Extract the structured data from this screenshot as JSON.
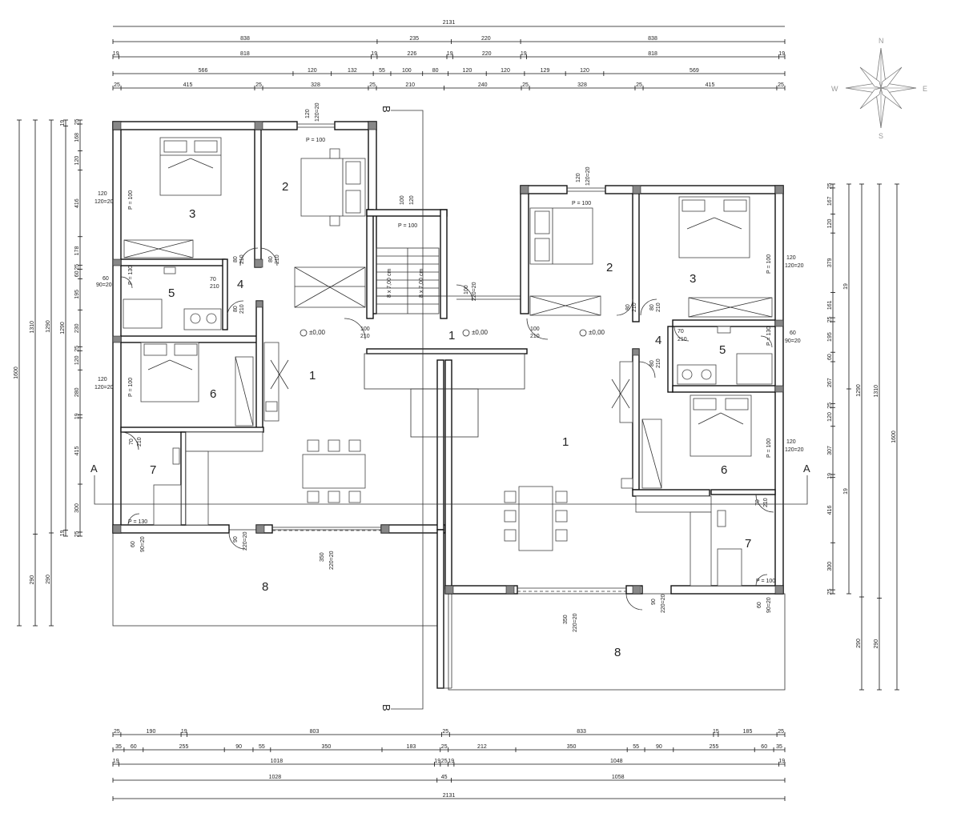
{
  "drawing": {
    "total_width": "2131",
    "total_depth": "1600",
    "north_label": "N",
    "south_label": "S",
    "east_label": "E",
    "west_label": "W",
    "section_a": "A",
    "section_b": "B",
    "level_label": "±0,00"
  },
  "top_dims": [
    [
      "838",
      "235",
      "220",
      "838"
    ],
    [
      "19",
      "818",
      "19",
      "226",
      "19",
      "220",
      "19",
      "818",
      "19"
    ],
    [
      "566",
      "120",
      "132",
      "55",
      "100",
      "80",
      "120",
      "120",
      "129",
      "120",
      "569"
    ],
    [
      "25",
      "415",
      "25",
      "328",
      "25",
      "210",
      "240",
      "25",
      "328",
      "25",
      "415",
      "25"
    ]
  ],
  "bottom_dims": [
    [
      "25",
      "190",
      "19",
      "803",
      "25",
      "833",
      "15",
      "185",
      "25"
    ],
    [
      "35",
      "60",
      "255",
      "90",
      "55",
      "350",
      "183",
      "25",
      "212",
      "350",
      "55",
      "90",
      "255",
      "60",
      "35"
    ],
    [
      "19",
      "1018",
      "19",
      "25",
      "19",
      "1048",
      "19"
    ],
    [
      "1028",
      "45",
      "1058"
    ],
    [
      "2131"
    ]
  ],
  "left_dims": [
    [
      "1600"
    ],
    [
      "1310",
      "290"
    ],
    [
      "1290",
      "290"
    ],
    [
      "19",
      "1290",
      "19"
    ],
    [
      "25",
      "168",
      "120",
      "416",
      "178",
      "25",
      "60",
      "195",
      "230",
      "25",
      "120",
      "280",
      "19",
      "415",
      "300",
      "25"
    ]
  ],
  "right_dims": [
    [
      "1600"
    ],
    [
      "1310",
      "290"
    ],
    [
      "1290",
      "290"
    ],
    [
      "19",
      "19"
    ],
    [
      "25",
      "167",
      "120",
      "379",
      "161",
      "25",
      "195",
      "60",
      "267",
      "25",
      "120",
      "307",
      "19",
      "416",
      "300",
      "25"
    ]
  ],
  "rooms": [
    {
      "id": "l1",
      "num": "1"
    },
    {
      "id": "l2",
      "num": "2"
    },
    {
      "id": "l3",
      "num": "3"
    },
    {
      "id": "l4",
      "num": "4"
    },
    {
      "id": "l5",
      "num": "5"
    },
    {
      "id": "l6",
      "num": "6"
    },
    {
      "id": "l7",
      "num": "7"
    },
    {
      "id": "l8",
      "num": "8"
    },
    {
      "id": "c1",
      "num": "1"
    },
    {
      "id": "r1",
      "num": "1"
    },
    {
      "id": "r2",
      "num": "2"
    },
    {
      "id": "r3",
      "num": "3"
    },
    {
      "id": "r4",
      "num": "4"
    },
    {
      "id": "r5",
      "num": "5"
    },
    {
      "id": "r6",
      "num": "6"
    },
    {
      "id": "r7",
      "num": "7"
    },
    {
      "id": "r8",
      "num": "8"
    }
  ],
  "openings": {
    "p100": "P = 100",
    "p130": "P = 130",
    "w120": "120",
    "w120x20": "120=20",
    "w90x20": "90=20",
    "w60": "60",
    "w90": "90",
    "w220x20": "220=20",
    "w350": "350",
    "d70": "70",
    "d80": "80",
    "d100": "100",
    "h210": "210",
    "h120": "120",
    "stair_l": "8 x 7,00 cm",
    "stair_r": "8 x 7,00 cm"
  }
}
